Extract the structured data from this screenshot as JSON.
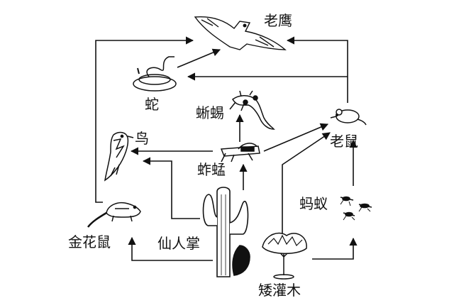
{
  "diagram": {
    "nodes": [
      {
        "id": "eagle",
        "label": "老鹰",
        "icon": "eagle-icon"
      },
      {
        "id": "snake",
        "label": "蛇",
        "icon": "snake-icon"
      },
      {
        "id": "lizard",
        "label": "蜥蜴",
        "icon": "lizard-icon"
      },
      {
        "id": "mouse",
        "label": "老鼠",
        "icon": "mouse-icon"
      },
      {
        "id": "bird",
        "label": "鸟",
        "icon": "bird-icon"
      },
      {
        "id": "grasshopper",
        "label": "蚱蜢",
        "icon": "grasshopper-icon"
      },
      {
        "id": "ant",
        "label": "蚂蚁",
        "icon": "ant-icon"
      },
      {
        "id": "chipmunk",
        "label": "金花鼠",
        "icon": "chipmunk-icon"
      },
      {
        "id": "cactus",
        "label": "仙人掌",
        "icon": "cactus-icon"
      },
      {
        "id": "shrub",
        "label": "矮灌木",
        "icon": "shrub-icon"
      }
    ],
    "edges": [
      {
        "from": "snake",
        "to": "eagle"
      },
      {
        "from": "chipmunk",
        "to": "eagle"
      },
      {
        "from": "mouse",
        "to": "eagle"
      },
      {
        "from": "mouse",
        "to": "snake"
      },
      {
        "from": "grasshopper",
        "to": "lizard"
      },
      {
        "from": "grasshopper",
        "to": "bird"
      },
      {
        "from": "grasshopper",
        "to": "mouse"
      },
      {
        "from": "cactus",
        "to": "grasshopper"
      },
      {
        "from": "cactus",
        "to": "bird"
      },
      {
        "from": "cactus",
        "to": "chipmunk"
      },
      {
        "from": "shrub",
        "to": "mouse"
      },
      {
        "from": "shrub",
        "to": "ant"
      },
      {
        "from": "ant",
        "to": "mouse"
      }
    ],
    "colors": {
      "ink": "#111111",
      "background": "#ffffff"
    }
  }
}
